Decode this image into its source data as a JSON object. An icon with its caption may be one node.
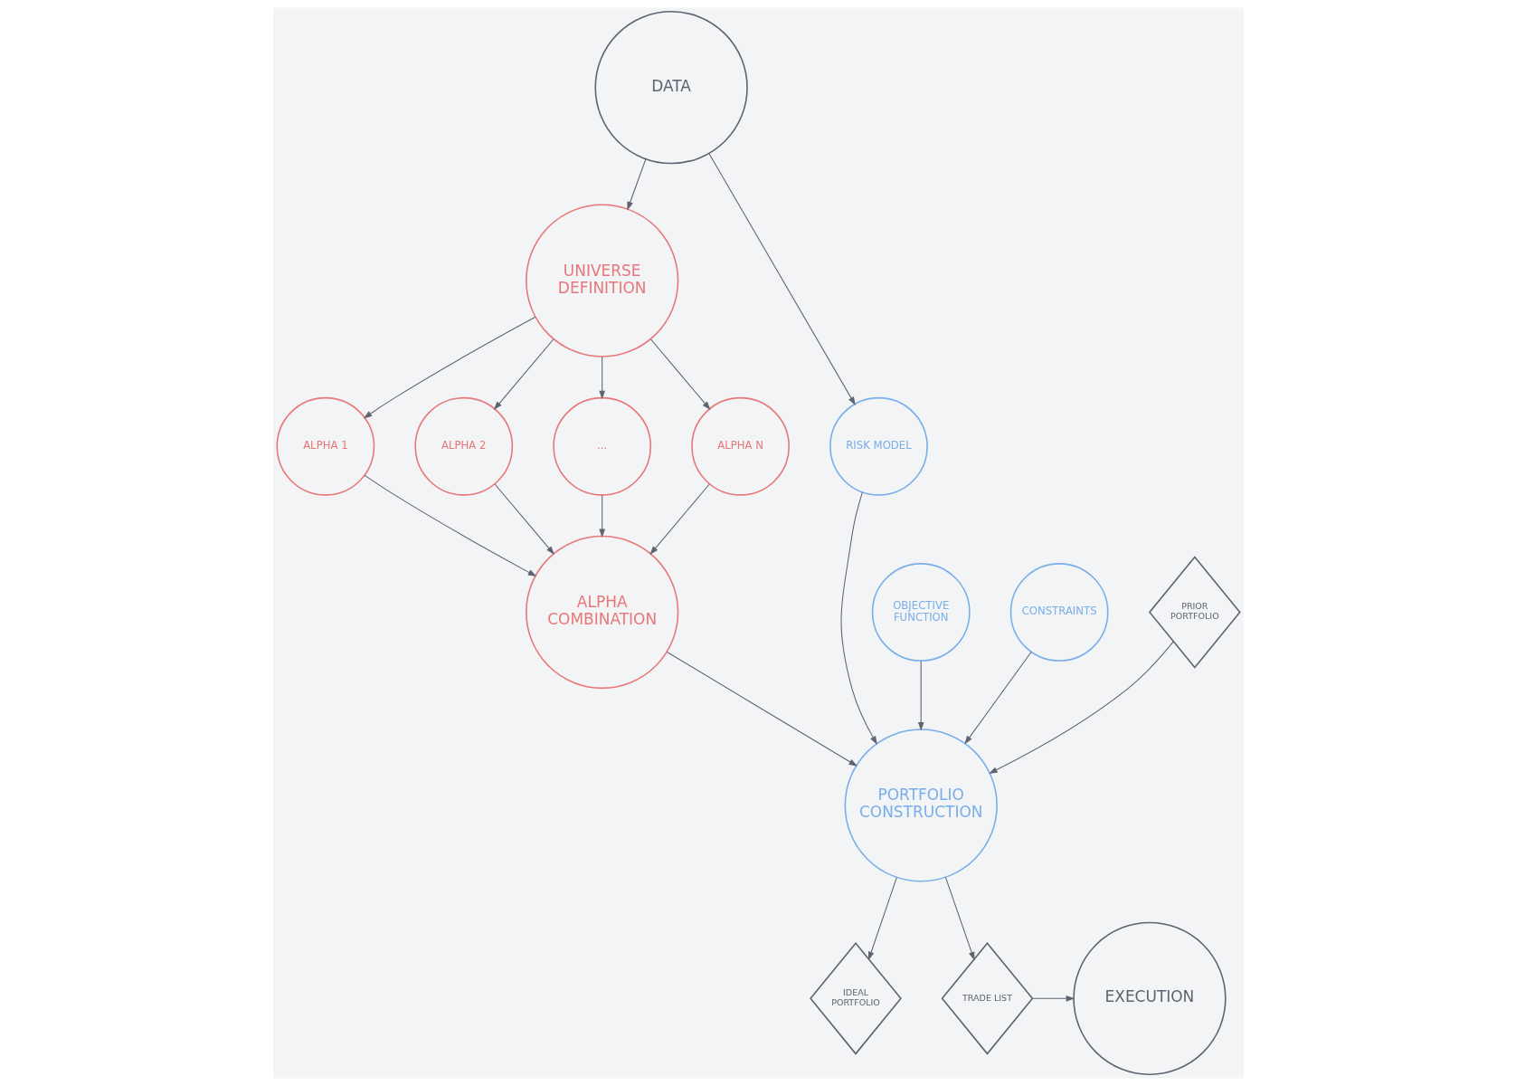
{
  "diagram": {
    "nodes": [
      {
        "text": [
          "DATA"
        ]
      },
      {
        "text": [
          "UNIVERSE DEFINITION"
        ]
      },
      {
        "text": [
          "ALPHA 1"
        ]
      },
      {
        "text": [
          "ALPHA 2"
        ]
      },
      {
        "text": [
          "..."
        ]
      },
      {
        "text": [
          "ALPHA N"
        ]
      },
      {
        "text": [
          "ALPHA COMBINATION"
        ]
      },
      {
        "text": [
          "RISK MODEL"
        ]
      },
      {
        "text": [
          "OBJECTIVE FUNCTION"
        ]
      },
      {
        "text": [
          "CONSTRAINTS"
        ]
      },
      {
        "text": [
          "PRIOR PORTFOLIO"
        ]
      },
      {
        "text": [
          "PORTFOLIO CONSTRUCTION"
        ]
      },
      {
        "text": [
          "IDEAL PORTFOLIO"
        ]
      },
      {
        "text": [
          "TRADE LIST"
        ]
      },
      {
        "text": [
          "EXECUTION"
        ]
      }
    ],
    "edges": [
      {
        "from": 0,
        "to": 1,
        "arrow": "to"
      },
      {
        "from": 0,
        "to": 7,
        "arrow": "to"
      },
      {
        "from": 1,
        "to": 2,
        "arrow": "to"
      },
      {
        "from": 1,
        "to": 3,
        "arrow": "to"
      },
      {
        "from": 1,
        "to": 4,
        "arrow": "to"
      },
      {
        "from": 1,
        "to": 5,
        "arrow": "to"
      },
      {
        "from": 2,
        "to": 6,
        "arrow": "to"
      },
      {
        "from": 3,
        "to": 6,
        "arrow": "to"
      },
      {
        "from": 4,
        "to": 6,
        "arrow": "to"
      },
      {
        "from": 5,
        "to": 6,
        "arrow": "to"
      },
      {
        "from": 7,
        "to": 11,
        "arrow": "to"
      },
      {
        "from": 8,
        "to": 11,
        "arrow": "to"
      },
      {
        "from": 10,
        "to": 11,
        "arrow": "to"
      },
      {
        "from": 9,
        "to": 11,
        "arrow": "to"
      },
      {
        "from": 6,
        "to": 11,
        "arrow": "to"
      },
      {
        "from": 11,
        "to": 13,
        "arrow": "to"
      },
      {
        "from": 11,
        "to": 12,
        "arrow": "to"
      },
      {
        "from": 13,
        "to": 14,
        "arrow": "to"
      }
    ]
  }
}
